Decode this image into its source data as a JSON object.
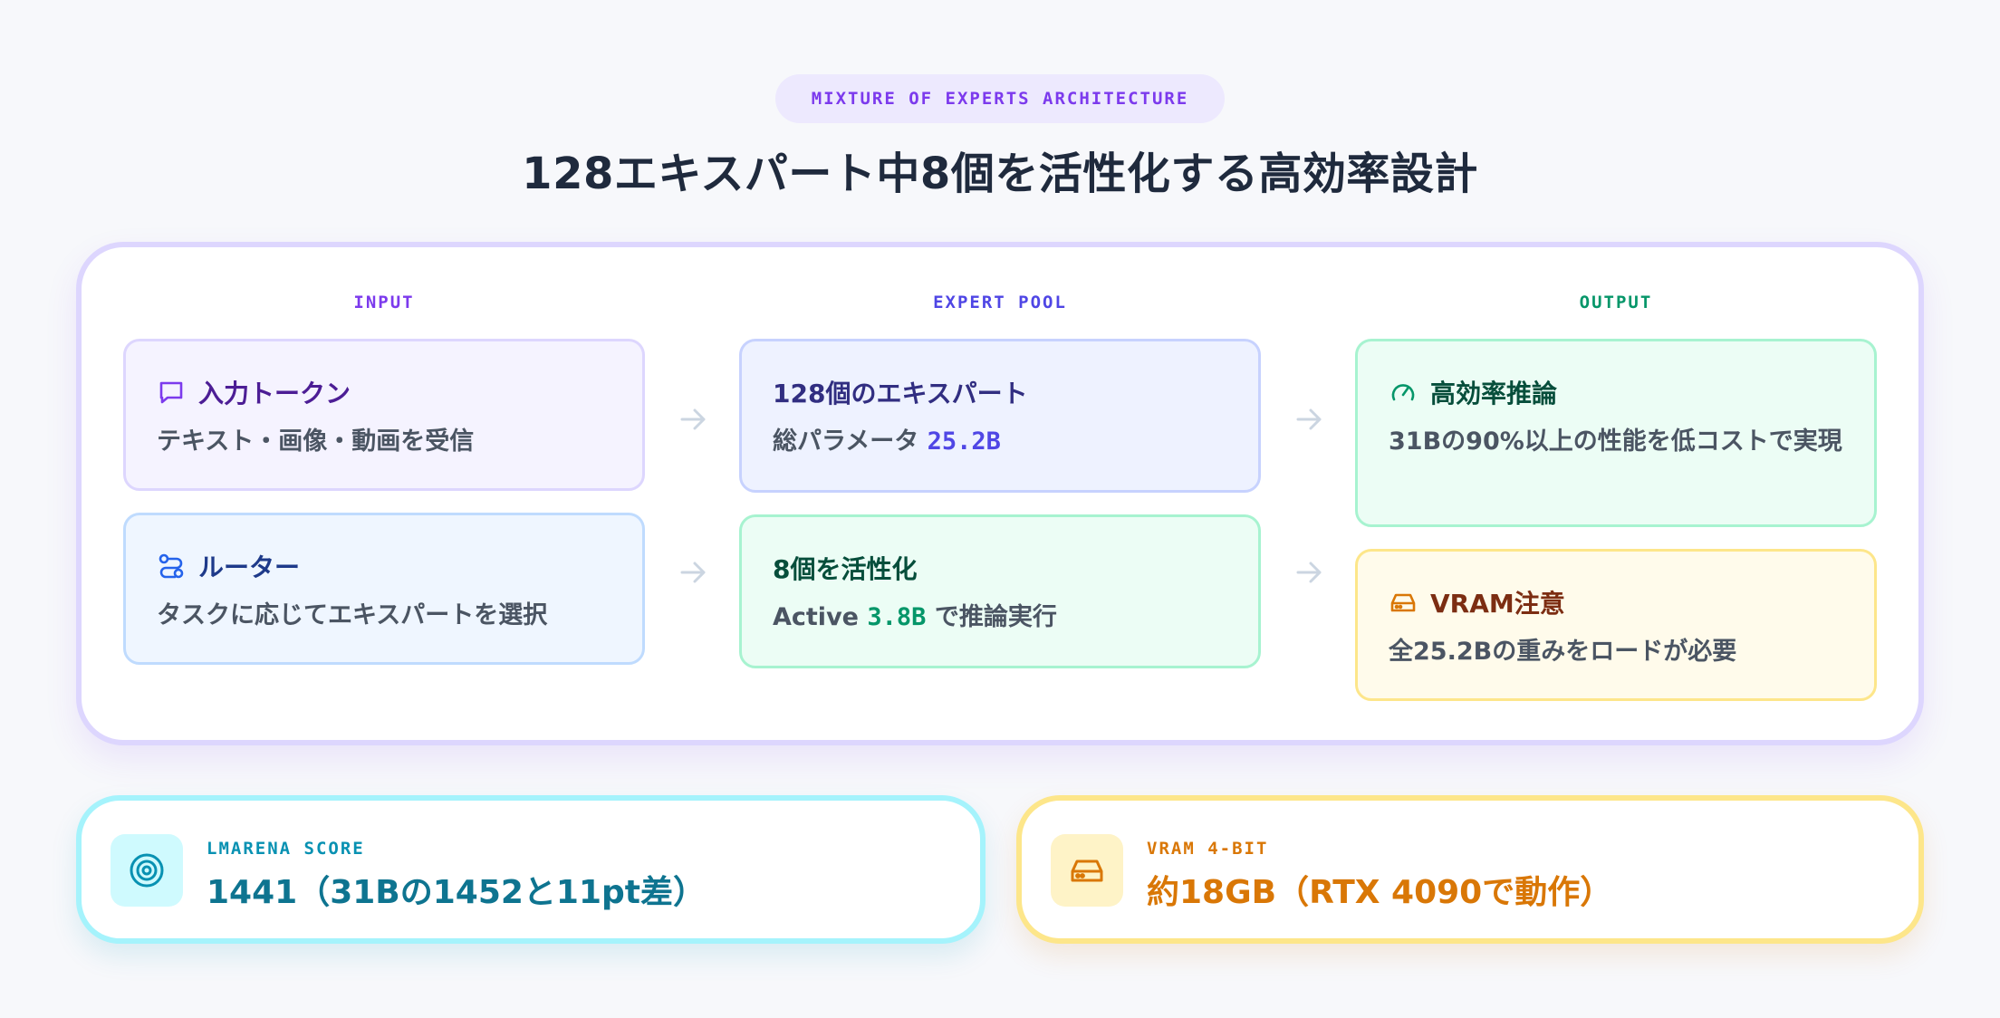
{
  "header": {
    "badge": "MIXTURE OF EXPERTS ARCHITECTURE",
    "title": "128エキスパート中8個を活性化する高効率設計"
  },
  "columns": {
    "input": {
      "heading": "INPUT",
      "cards": [
        {
          "title": "入力トークン",
          "text": "テキスト・画像・動画を受信",
          "icon": "chat-bubble-icon"
        },
        {
          "title": "ルーター",
          "text": "タスクに応じてエキスパートを選択",
          "icon": "route-icon"
        }
      ]
    },
    "expert_pool": {
      "heading": "EXPERT POOL",
      "cards": [
        {
          "title": "128個のエキスパート",
          "text_prefix": "総パラメータ",
          "value": "25.2B"
        },
        {
          "title": "8個を活性化",
          "text_prefix": "Active",
          "value": "3.8B",
          "text_suffix": "で推論実行"
        }
      ]
    },
    "output": {
      "heading": "OUTPUT",
      "cards": [
        {
          "title": "高効率推論",
          "text": "31Bの90%以上の性能を低コストで実現",
          "icon": "gauge-icon"
        },
        {
          "title": "VRAM注意",
          "text": "全25.2Bの重みをロードが必要",
          "icon": "hard-drive-icon"
        }
      ]
    }
  },
  "stats": [
    {
      "label": "LMARENA SCORE",
      "value": "1441（31Bの1452と11pt差）",
      "icon": "target-icon"
    },
    {
      "label": "VRAM 4-BIT",
      "value": "約18GB（RTX 4090で動作）",
      "icon": "hard-drive-icon"
    }
  ],
  "colors": {
    "purple": "#7c3aed",
    "indigo": "#4f46e5",
    "green": "#059669",
    "amber": "#d97706",
    "cyan": "#0891b2"
  },
  "icons": {
    "arrow": "arrow-right-icon"
  }
}
